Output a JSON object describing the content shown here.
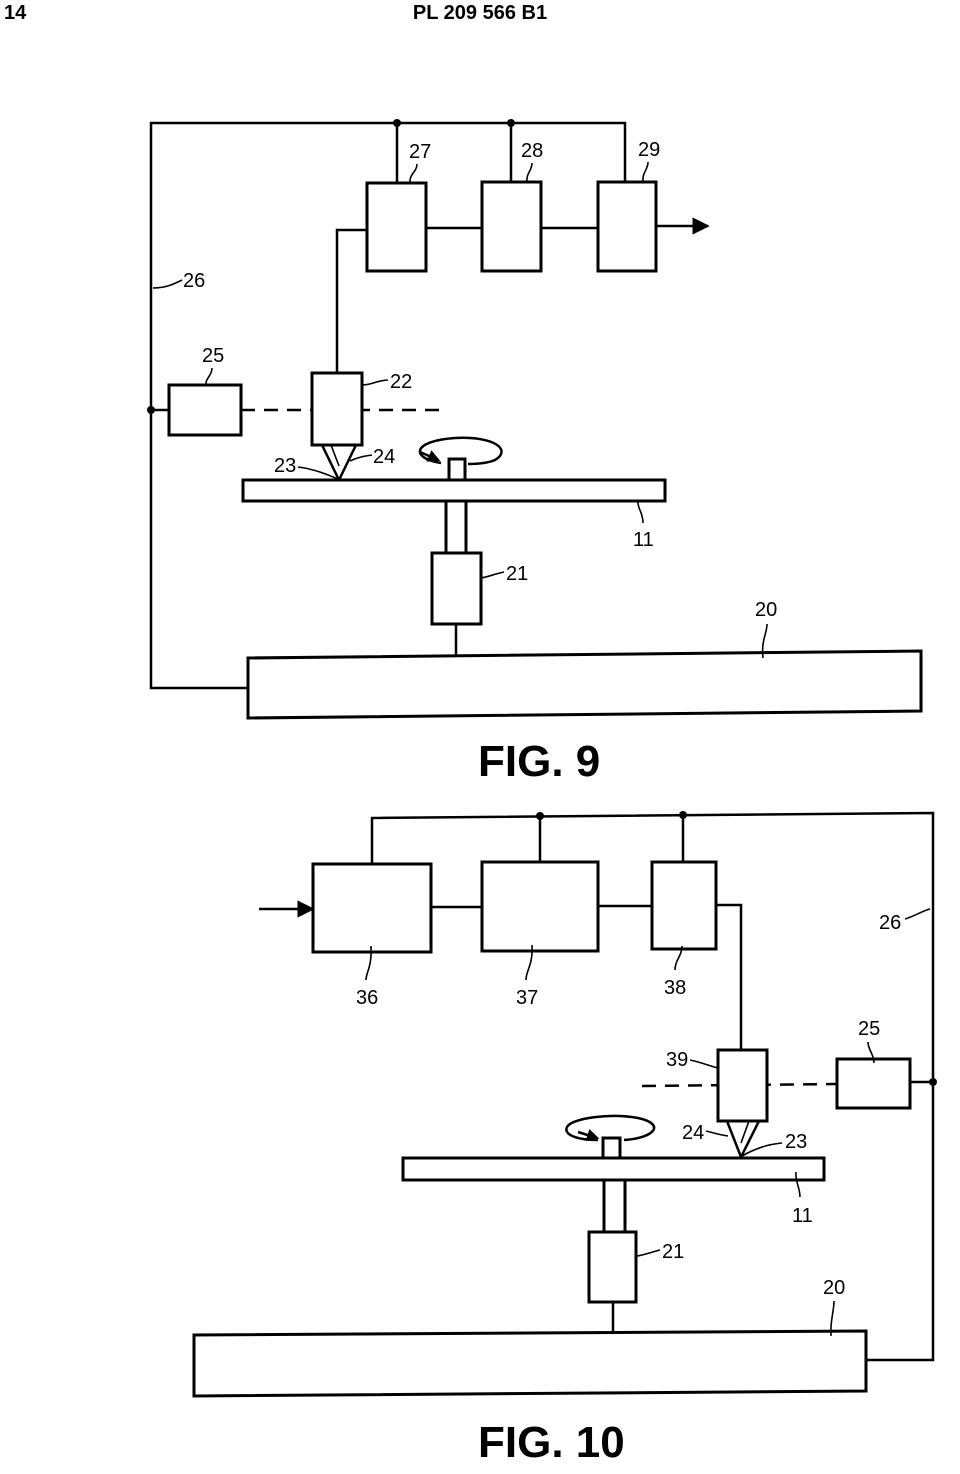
{
  "header": {
    "page_number": "14",
    "document_id": "PL 209 566 B1"
  },
  "fig9": {
    "caption": "FIG. 9",
    "labels": {
      "l27": "27",
      "l28": "28",
      "l29": "29",
      "l26": "26",
      "l25": "25",
      "l22": "22",
      "l23": "23",
      "l24": "24",
      "l11": "11",
      "l21": "21",
      "l20": "20"
    }
  },
  "fig10": {
    "caption": "FIG. 10",
    "labels": {
      "l36": "36",
      "l37": "37",
      "l38": "38",
      "l26": "26",
      "l25": "25",
      "l39": "39",
      "l24": "24",
      "l23": "23",
      "l11": "11",
      "l21": "21",
      "l20": "20"
    }
  }
}
